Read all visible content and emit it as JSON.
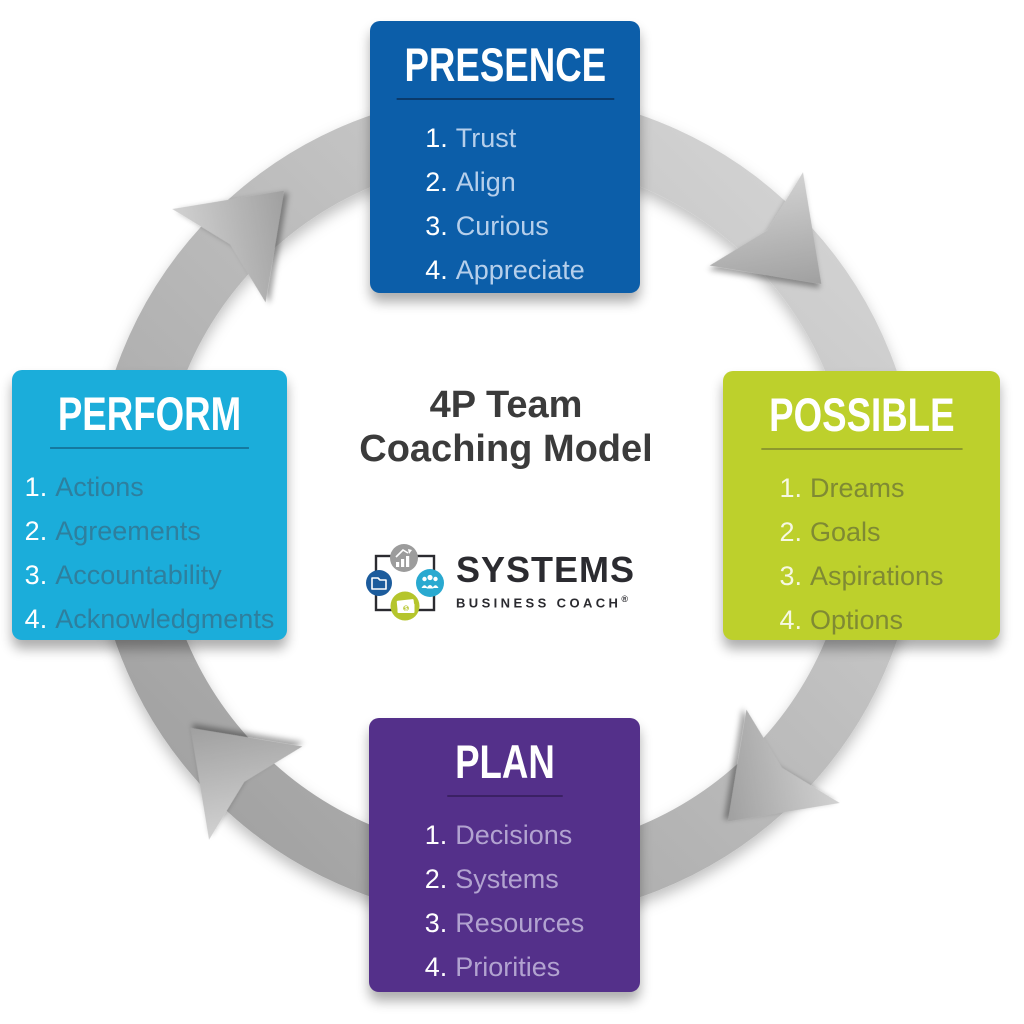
{
  "diagram_title": {
    "line1": "4P Team",
    "line2": "Coaching Model"
  },
  "title_color": "#3b3b3b",
  "boxes": [
    {
      "id": "presence",
      "label": "PRESENCE",
      "color": "#0c5ea9",
      "underline_color": "#0a3a6b",
      "item_text_color": "#b6cfeb",
      "number_color": "#ffffff",
      "items": [
        {
          "n": "1.",
          "t": "Trust"
        },
        {
          "n": "2.",
          "t": "Align"
        },
        {
          "n": "3.",
          "t": "Curious"
        },
        {
          "n": "4.",
          "t": "Appreciate"
        }
      ]
    },
    {
      "id": "possible",
      "label": "POSSIBLE",
      "color": "#bdd02c",
      "underline_color": "#8d992e",
      "item_text_color": "#7f8a33",
      "number_color": "#f6f8e2",
      "items": [
        {
          "n": "1.",
          "t": "Dreams"
        },
        {
          "n": "2.",
          "t": "Goals"
        },
        {
          "n": "3.",
          "t": "Aspirations"
        },
        {
          "n": "4.",
          "t": "Options"
        }
      ]
    },
    {
      "id": "plan",
      "label": "PLAN",
      "color": "#54308a",
      "underline_color": "#3b2164",
      "item_text_color": "#b2a3d0",
      "number_color": "#ffffff",
      "items": [
        {
          "n": "1.",
          "t": "Decisions"
        },
        {
          "n": "2.",
          "t": "Systems"
        },
        {
          "n": "3.",
          "t": "Resources"
        },
        {
          "n": "4.",
          "t": "Priorities"
        }
      ]
    },
    {
      "id": "perform",
      "label": "PERFORM",
      "color": "#1badda",
      "underline_color": "#1579a0",
      "item_text_color": "#2e7f9e",
      "number_color": "#ffffff",
      "items": [
        {
          "n": "1.",
          "t": "Actions"
        },
        {
          "n": "2.",
          "t": "Agreements"
        },
        {
          "n": "3.",
          "t": "Accountability"
        },
        {
          "n": "4.",
          "t": "Acknowledgments"
        }
      ]
    }
  ],
  "ring": {
    "light": "#d8d8d8",
    "dark": "#9c9c9c",
    "arrow_light": "#d2d2d2",
    "arrow_dark": "#8f8f8f",
    "direction": "clockwise",
    "arrow_count": 4
  },
  "logo": {
    "brand": "SYSTEMS",
    "subtitle": "BUSINESS COACH",
    "registered_mark": "®",
    "text_color": "#2b2b30",
    "icon_colors": {
      "chart_circle": "#9c9c9c",
      "folder_circle": "#1c5c9d",
      "people_circle": "#29a9d0",
      "money_circle": "#b5c52c"
    }
  }
}
